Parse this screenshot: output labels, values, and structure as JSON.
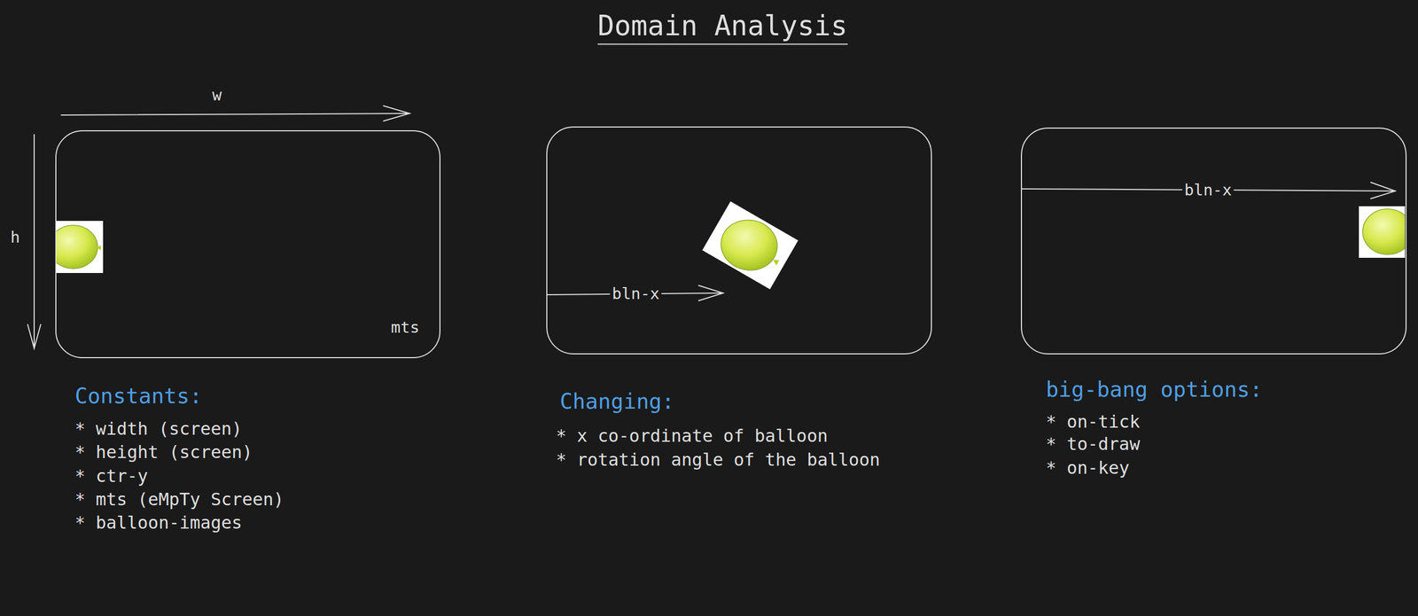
{
  "diagram": {
    "title": "Domain Analysis",
    "nodes": [
      {
        "text": [
          "mts"
        ]
      },
      {
        "text": [
          "bln-x"
        ]
      },
      {
        "text": [
          "bln-x"
        ]
      }
    ],
    "labels": [
      "w",
      "h",
      "Constants:",
      "* width (screen)",
      "* height (screen)",
      "* ctr-y",
      "* mts (eMpTy Screen)",
      "* balloon-images",
      "Changing:",
      "* x co-ordinate of balloon",
      "* rotation angle of the balloon",
      "big-bang options:",
      "* on-tick",
      "* to-draw",
      "* on-key"
    ]
  }
}
